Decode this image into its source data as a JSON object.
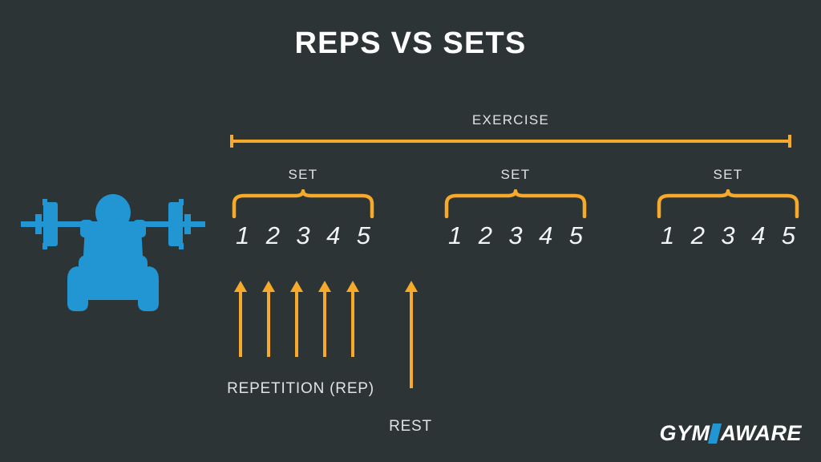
{
  "meta": {
    "title": "REPS VS SETS",
    "background_color": "#2d3436",
    "accent_orange": "#f7a929",
    "accent_blue": "#2196d3",
    "text_color": "#dfe3e4"
  },
  "icons": {
    "athlete": "weightlifter-squat-icon"
  },
  "exercise": {
    "label": "EXERCISE"
  },
  "sets": [
    {
      "label": "SET",
      "reps": [
        "1",
        "2",
        "3",
        "4",
        "5"
      ]
    },
    {
      "label": "SET",
      "reps": [
        "1",
        "2",
        "3",
        "4",
        "5"
      ]
    },
    {
      "label": "SET",
      "reps": [
        "1",
        "2",
        "3",
        "4",
        "5"
      ]
    }
  ],
  "annotations": {
    "repetition_label": "REPETITION (REP)",
    "rest_label": "REST",
    "repetition_arrow_count": 5,
    "rest_arrow_count": 1
  },
  "logo": {
    "part_one": "GYM",
    "separator": "slash-mark",
    "part_two": "AWARE"
  }
}
